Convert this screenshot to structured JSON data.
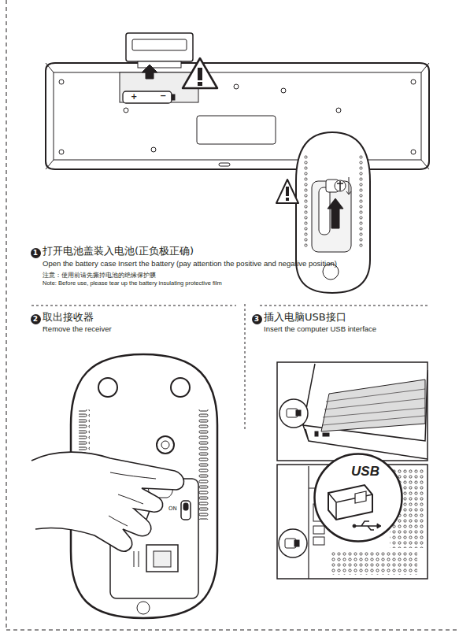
{
  "diagram": {
    "nodes": [
      {
        "text": [
          "1"
        ]
      },
      {
        "text": [
          "2"
        ]
      },
      {
        "text": [
          "3"
        ]
      },
      {
        "text": [
          "USB"
        ]
      }
    ],
    "labels": [
      "打开电池盖装入电池(正负极正确)",
      "Open the battery case Insert the battery (pay attention the positive and negative position)",
      "注意：使用前请先撕掉电池的绝缘保护膜",
      "Note: Before use, please tear up the battery insulating protective film",
      "取出接收器",
      "Remove the receiver",
      "插入电脑USB接口",
      "Insert the computer USB interface",
      "+",
      "−",
      "ON"
    ]
  }
}
